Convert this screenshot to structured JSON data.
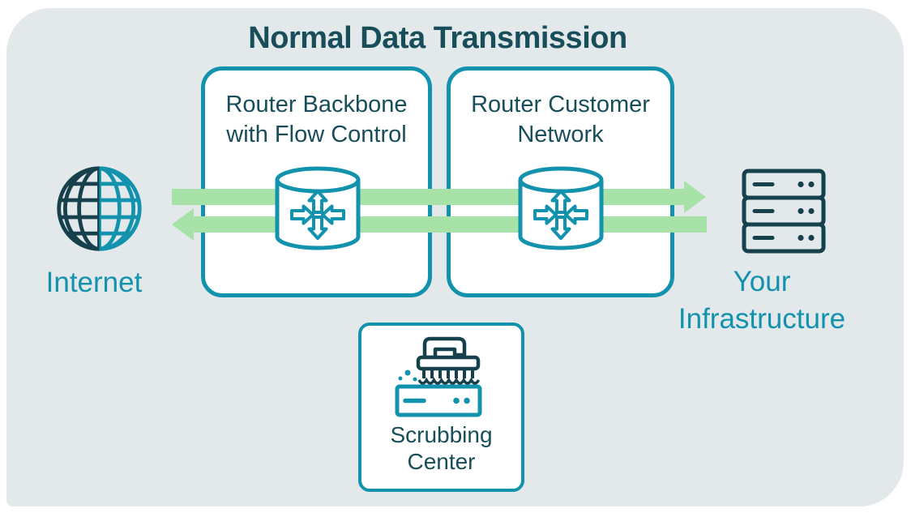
{
  "colors": {
    "page-bg": "#ffffff",
    "card-bg": "#e3e9eb",
    "teal": "#1392ad",
    "dark-icon": "#15404c",
    "dark-text": "#174e59",
    "green": "#a7e2a8",
    "box-bg": "#ffffff"
  },
  "diagram": {
    "title": "Normal Data Transmission",
    "nodes": {
      "internet": {
        "label": "Internet",
        "icon": "globe-icon"
      },
      "router_backbone": {
        "line1": "Router Backbone",
        "line2": "with Flow Control",
        "icon": "router-icon"
      },
      "router_customer": {
        "line1": "Router Customer",
        "line2": "Network",
        "icon": "router-icon"
      },
      "infrastructure": {
        "line1": "Your",
        "line2": "Infrastructure",
        "icon": "server-rack-icon"
      },
      "scrubbing": {
        "line1": "Scrubbing",
        "line2": "Center",
        "icon": "scrubbing-brush-icon"
      }
    },
    "flows": [
      {
        "name": "outbound-traffic",
        "from": "Internet",
        "to": "Your Infrastructure",
        "direction": "left-to-right",
        "color": "#a7e2a8"
      },
      {
        "name": "return-traffic",
        "from": "Your Infrastructure",
        "to": "Internet",
        "direction": "right-to-left",
        "color": "#a7e2a8"
      }
    ]
  }
}
